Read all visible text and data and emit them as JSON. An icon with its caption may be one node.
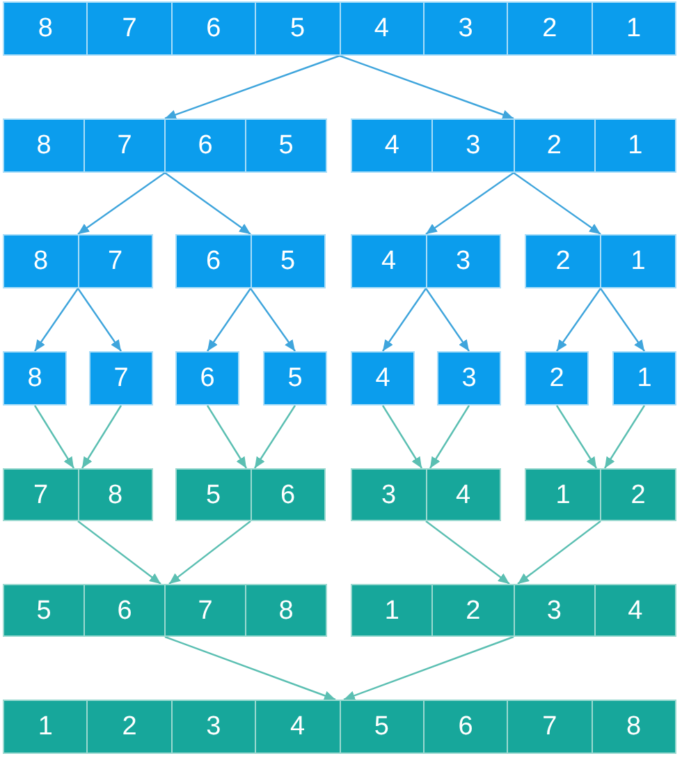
{
  "diagram": {
    "nodes": [
      {
        "text": [
          "8",
          "7",
          "6",
          "5",
          "4",
          "3",
          "2",
          "1"
        ]
      },
      {
        "text": [
          "8",
          "7",
          "6",
          "5"
        ]
      },
      {
        "text": [
          "4",
          "3",
          "2",
          "1"
        ]
      },
      {
        "text": [
          "8",
          "7"
        ]
      },
      {
        "text": [
          "6",
          "5"
        ]
      },
      {
        "text": [
          "4",
          "3"
        ]
      },
      {
        "text": [
          "2",
          "1"
        ]
      },
      {
        "text": [
          "8"
        ]
      },
      {
        "text": [
          "7"
        ]
      },
      {
        "text": [
          "6"
        ]
      },
      {
        "text": [
          "5"
        ]
      },
      {
        "text": [
          "4"
        ]
      },
      {
        "text": [
          "3"
        ]
      },
      {
        "text": [
          "2"
        ]
      },
      {
        "text": [
          "1"
        ]
      },
      {
        "text": [
          "7",
          "8"
        ]
      },
      {
        "text": [
          "5",
          "6"
        ]
      },
      {
        "text": [
          "3",
          "4"
        ]
      },
      {
        "text": [
          "1",
          "2"
        ]
      },
      {
        "text": [
          "5",
          "6",
          "7",
          "8"
        ]
      },
      {
        "text": [
          "1",
          "2",
          "3",
          "4"
        ]
      },
      {
        "text": [
          "1",
          "2",
          "3",
          "4",
          "5",
          "6",
          "7",
          "8"
        ]
      }
    ],
    "edges": [
      {
        "from": 0,
        "to": 1,
        "arrow": "to"
      },
      {
        "from": 0,
        "to": 2,
        "arrow": "to"
      },
      {
        "from": 1,
        "to": 3,
        "arrow": "to"
      },
      {
        "from": 1,
        "to": 4,
        "arrow": "to"
      },
      {
        "from": 2,
        "to": 5,
        "arrow": "to"
      },
      {
        "from": 2,
        "to": 6,
        "arrow": "to"
      },
      {
        "from": 3,
        "to": 7,
        "arrow": "to"
      },
      {
        "from": 3,
        "to": 8,
        "arrow": "to"
      },
      {
        "from": 4,
        "to": 9,
        "arrow": "to"
      },
      {
        "from": 4,
        "to": 10,
        "arrow": "to"
      },
      {
        "from": 5,
        "to": 11,
        "arrow": "to"
      },
      {
        "from": 5,
        "to": 12,
        "arrow": "to"
      },
      {
        "from": 6,
        "to": 13,
        "arrow": "to"
      },
      {
        "from": 6,
        "to": 14,
        "arrow": "to"
      },
      {
        "from": 7,
        "to": 15,
        "arrow": "to",
        "color": "#5bbfb2"
      },
      {
        "from": 8,
        "to": 15,
        "arrow": "to",
        "color": "#5bbfb2"
      },
      {
        "from": 9,
        "to": 16,
        "arrow": "to",
        "color": "#5bbfb2"
      },
      {
        "from": 10,
        "to": 16,
        "arrow": "to",
        "color": "#5bbfb2"
      },
      {
        "from": 11,
        "to": 17,
        "arrow": "to",
        "color": "#5bbfb2"
      },
      {
        "from": 12,
        "to": 17,
        "arrow": "to",
        "color": "#5bbfb2"
      },
      {
        "from": 13,
        "to": 18,
        "arrow": "to",
        "color": "#5bbfb2"
      },
      {
        "from": 14,
        "to": 18,
        "arrow": "to",
        "color": "#5bbfb2"
      },
      {
        "from": 15,
        "to": 19,
        "arrow": "to",
        "color": "#5bbfb2"
      },
      {
        "from": 16,
        "to": 19,
        "arrow": "to",
        "color": "#5bbfb2"
      },
      {
        "from": 17,
        "to": 20,
        "arrow": "to",
        "color": "#5bbfb2"
      },
      {
        "from": 18,
        "to": 20,
        "arrow": "to",
        "color": "#5bbfb2"
      },
      {
        "from": 19,
        "to": 21,
        "arrow": "to",
        "color": "#5bbfb2"
      },
      {
        "from": 20,
        "to": 21,
        "arrow": "to",
        "color": "#5bbfb2"
      }
    ]
  }
}
